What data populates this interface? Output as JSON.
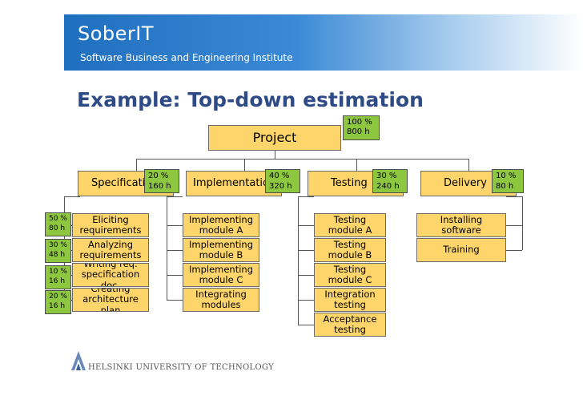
{
  "header": {
    "brand": "SoberIT",
    "subtitle": "Software Business and Engineering Institute"
  },
  "title": "Example: Top-down estimation",
  "root": {
    "label": "Project",
    "percent": "100 %",
    "hours": "800 h"
  },
  "phases": [
    {
      "label": "Specification",
      "percent": "20 %",
      "hours": "160 h",
      "tasks": [
        {
          "label": "Eliciting\nrequirements",
          "percent": "50 %",
          "hours": "80 h"
        },
        {
          "label": "Analyzing\nrequirements",
          "percent": "30 %",
          "hours": "48 h"
        },
        {
          "label": "Writing req.\nspecification doc.",
          "percent": "10 %",
          "hours": "16 h"
        },
        {
          "label": "Creating\narchitecture plan",
          "percent": "20 %",
          "hours": "16 h"
        }
      ]
    },
    {
      "label": "Implementation",
      "percent": "40 %",
      "hours": "320 h",
      "tasks": [
        {
          "label": "Implementing\nmodule A"
        },
        {
          "label": "Implementing\nmodule B"
        },
        {
          "label": "Implementing\nmodule C"
        },
        {
          "label": "Integrating\nmodules"
        }
      ]
    },
    {
      "label": "Testing",
      "percent": "30 %",
      "hours": "240 h",
      "tasks": [
        {
          "label": "Testing\nmodule A"
        },
        {
          "label": "Testing\nmodule B"
        },
        {
          "label": "Testing\nmodule C"
        },
        {
          "label": "Integration\ntesting"
        },
        {
          "label": "Acceptance\ntesting"
        }
      ]
    },
    {
      "label": "Delivery",
      "percent": "10 %",
      "hours": "80 h",
      "tasks": [
        {
          "label": "Installing\nsoftware"
        },
        {
          "label": "Training"
        }
      ]
    }
  ],
  "footer": "HELSINKI UNIVERSITY OF TECHNOLOGY",
  "colors": {
    "box": "#fdd56a",
    "badge": "#8dc63f",
    "banner": "#2a78c8",
    "heading": "#2f4b87"
  }
}
